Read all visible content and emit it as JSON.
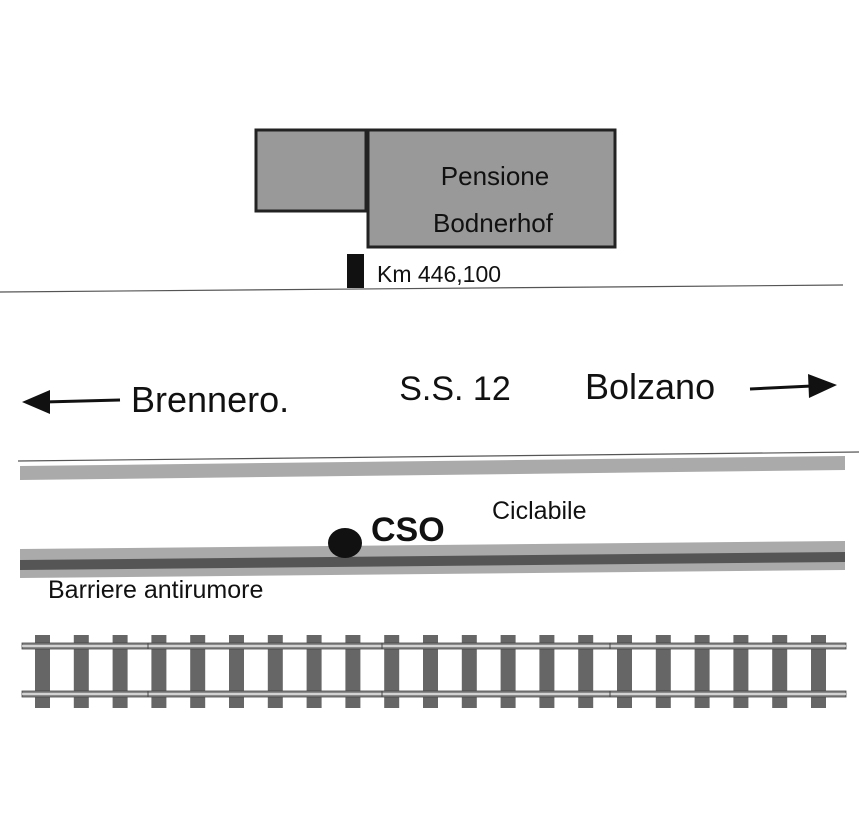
{
  "building": {
    "name_line1": "Pensione",
    "name_line2": "Bodnerhof"
  },
  "km_marker": {
    "label": "Km 446,100"
  },
  "road": {
    "name": "S.S. 12",
    "left_destination": "Brennero.",
    "right_destination": "Bolzano"
  },
  "bike_path": {
    "label": "Ciclabile"
  },
  "station": {
    "label": "CSO"
  },
  "barrier": {
    "label": "Barriere antirumore"
  },
  "colors": {
    "building_fill": "#999999",
    "outline": "#222222",
    "light_band": "#aaaaaa",
    "dark_band": "#555555",
    "rail": "#8a8a8a",
    "sleeper": "#666666",
    "road_line": "#555555",
    "marker": "#111111"
  }
}
